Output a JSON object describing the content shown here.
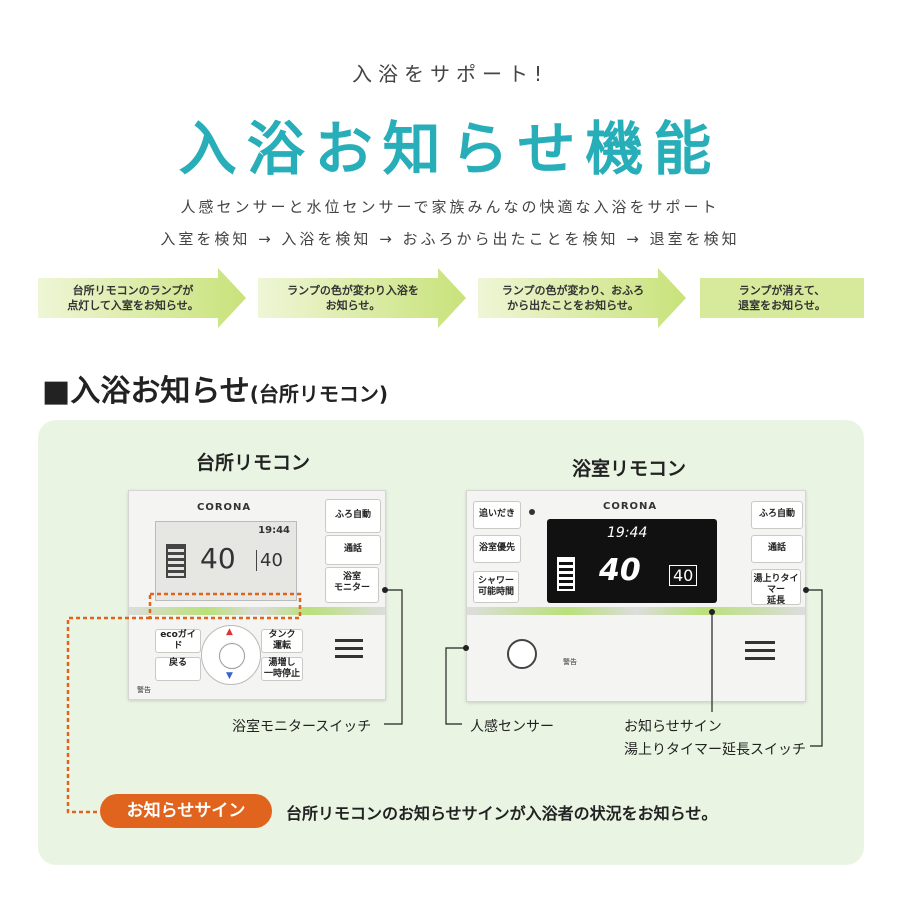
{
  "header": {
    "subtitle": "入浴をサポート!",
    "title": "入浴お知らせ機能",
    "description": "人感センサーと水位センサーで家族みんなの快適な入浴をサポート",
    "flow": "入室を検知 → 入浴を検知 → おふろから出たことを検知 → 退室を検知"
  },
  "steps": [
    "台所リモコンのランプが\n点灯して入室をお知らせ。",
    "ランプの色が変わり入浴を\nお知らせ。",
    "ランプの色が変わり、おふろ\nから出たことをお知らせ。",
    "ランプが消えて、\n退室をお知らせ。"
  ],
  "section": {
    "title": "■入浴お知らせ",
    "title_suffix": "(台所リモコン)"
  },
  "kitchen": {
    "title": "台所リモコン",
    "brand": "CORONA",
    "time": "19:44",
    "temp_main": "40",
    "temp_small": "40",
    "buttons": {
      "furo": "ふろ自動",
      "tsuwa": "通話",
      "monitor": "浴室\nモニター",
      "eco": "ecoガイド",
      "modoru": "戻る",
      "tank": "タンク\n運転",
      "yudoshi": "湯増し\n一時停止"
    },
    "warning": "警告"
  },
  "bath": {
    "title": "浴室リモコン",
    "brand": "CORONA",
    "time": "19:44",
    "temp_main": "40",
    "temp_small": "40",
    "buttons": {
      "oidaki": "追いだき",
      "yokushitsu": "浴室優先",
      "shower": "シャワー\n可能時間",
      "furo": "ふろ自動",
      "tsuwa": "通話",
      "yuagari": "湯上りタイマー\n延長"
    },
    "warning": "警告"
  },
  "labels": {
    "monitor_switch": "浴室モニタースイッチ",
    "human_sensor": "人感センサー",
    "notify_sign": "お知らせサイン",
    "timer_switch": "湯上りタイマー延長スイッチ"
  },
  "footer": {
    "pill": "お知らせサイン",
    "description": "台所リモコンのお知らせサインが入浴者の状況をお知らせ。"
  },
  "colors": {
    "title_teal": "#27aeb8",
    "arrow_green": "#c9e27a",
    "panel_bg": "#eaf4e3",
    "sign_orange": "#e0641e"
  }
}
